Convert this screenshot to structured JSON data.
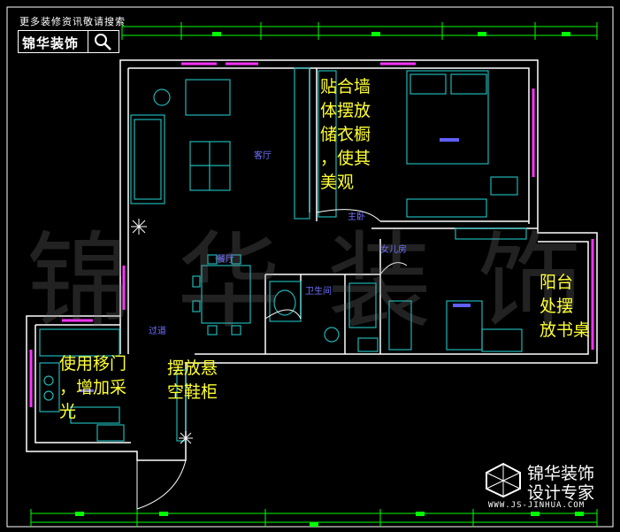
{
  "header": {
    "top_note": "更多装修资讯敬请搜索",
    "brand_name": "锦华装饰",
    "search_icon": "magnifier-icon"
  },
  "annotations": {
    "wall_cabinet": "贴合墙\n体摆放\n储衣橱\n，使其\n美观",
    "balcony": "阳台\n处摆\n放书桌",
    "sliding_door": "使用移门\n，增加采\n光",
    "shoe_cabinet": "摆放悬\n空鞋柜"
  },
  "rooms": {
    "living_room": "客厅",
    "dining_room": "餐厅",
    "master_bedroom": "主卧",
    "daughter_room": "女儿房",
    "bathroom": "卫生间",
    "corridor": "过道"
  },
  "watermark": "锦华装饰",
  "logo": {
    "name": "锦华装饰",
    "slogan": "设计专家",
    "url": "WWW.JS-JINHUA.COM"
  },
  "colors": {
    "wall": "#ffffff",
    "furniture": "#1fb5b5",
    "window": "#ff33ff",
    "dimension": "#00ff00",
    "annotation": "#ffff33",
    "room_label": "#7070ff"
  }
}
